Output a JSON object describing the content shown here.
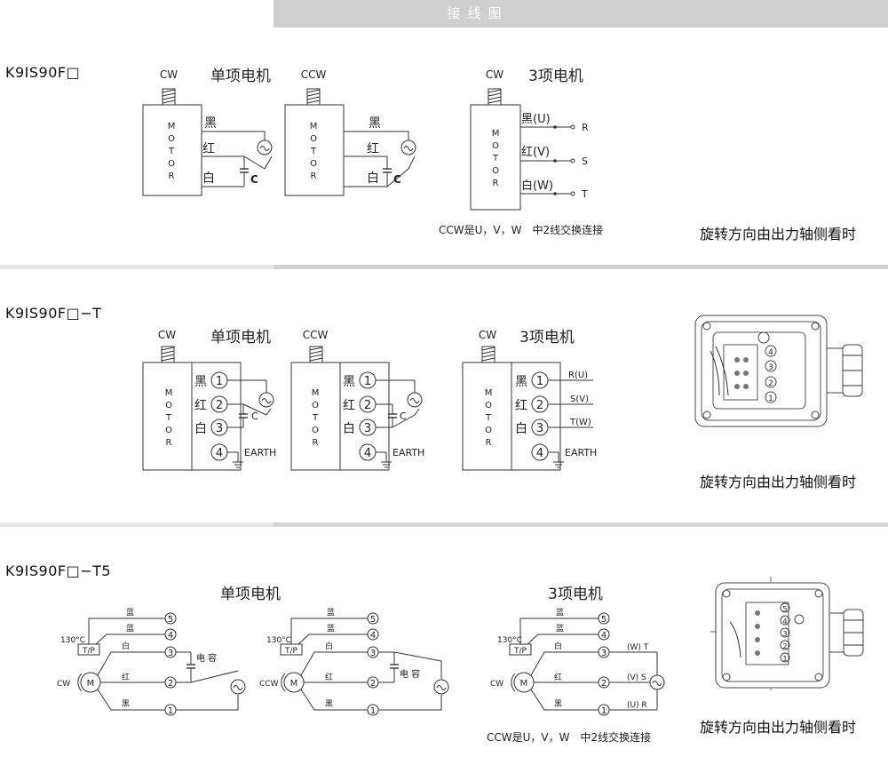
{
  "header": {
    "title": "接线图"
  },
  "sections": [
    {
      "model": "K9IS90F□",
      "rotation_note": "旋转方向由出力轴侧看时",
      "single_phase": {
        "title": "单项电机",
        "cw": "CW",
        "ccw": "CCW",
        "wire_black": "黑",
        "wire_red": "红",
        "wire_white": "白",
        "capacitor": "C"
      },
      "three_phase": {
        "title": "3项电机",
        "cw": "CW",
        "wires": [
          "黑(U)",
          "红(V)",
          "白(W)"
        ],
        "terms": [
          "R",
          "S",
          "T"
        ],
        "note": "CCW是U，V，W　中2线交换连接"
      },
      "motor_label": "MOTOR"
    },
    {
      "model": "K9IS90F□−T",
      "rotation_note": "旋转方向由出力轴侧看时",
      "single_phase": {
        "title": "单项电机",
        "cw": "CW",
        "ccw": "CCW",
        "wire_black": "黑",
        "wire_red": "红",
        "wire_white": "白",
        "capacitor": "C",
        "earth": "EARTH"
      },
      "three_phase": {
        "title": "3项电机",
        "cw": "CW",
        "wires": [
          "黑",
          "红",
          "白"
        ],
        "terms": [
          "R(U)",
          "S(V)",
          "T(W)"
        ],
        "earth": "EARTH"
      },
      "terminal_numbers": [
        "1",
        "2",
        "3",
        "4"
      ],
      "motor_label": "MOTOR"
    },
    {
      "model": "K9IS90F□−T5",
      "rotation_note": "旋转方向由出力轴侧看时",
      "single_phase": {
        "title": "单项电机",
        "cw": "CW",
        "ccw": "CCW",
        "wire_blue": "蓝",
        "wire_white": "白",
        "wire_red": "红",
        "wire_black": "黑",
        "capacitor": "电 容",
        "thermal": "130°C",
        "tp": "T/P",
        "motor": "M"
      },
      "three_phase": {
        "title": "3项电机",
        "cw": "CW",
        "wires": [
          "蓝",
          "白",
          "红",
          "黑"
        ],
        "terms": [
          "(W) T",
          "(V) S",
          "(U) R"
        ],
        "thermal": "130°C",
        "tp": "T/P",
        "motor": "M",
        "note": "CCW是U，V，W　中2线交换连接"
      },
      "terminal_numbers": [
        "1",
        "2",
        "3",
        "4",
        "5"
      ]
    }
  ]
}
